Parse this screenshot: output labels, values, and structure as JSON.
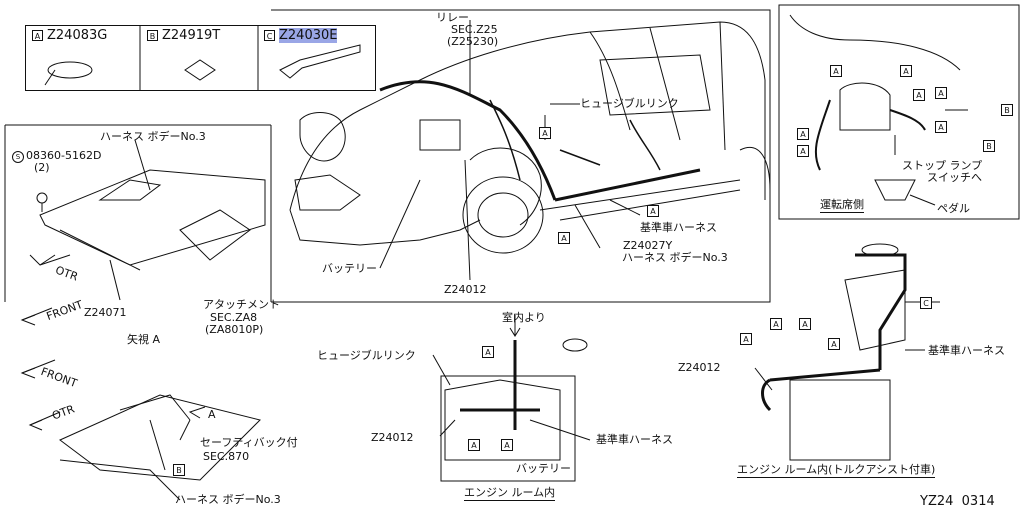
{
  "parts": [
    {
      "tag": "A",
      "code": "Z24083G"
    },
    {
      "tag": "B",
      "code": "Z24919T"
    },
    {
      "tag": "C",
      "code": "Z24030E"
    }
  ],
  "labels": {
    "relay": "リレー",
    "sec_z25": "SEC.Z25",
    "sec_z25_sub": "(Z25230)",
    "fusible_link_top": "ヒュージブルリンク",
    "harness_body_no3_top": "ハーネス ボデーNo.3",
    "bolt_code": "08360-5162D",
    "bolt_qty": "(2)",
    "otr": "OTR",
    "front": "FRONT",
    "z24071": "Z24071",
    "attachment": "アタッチメント",
    "sec_za8": "SEC.ZA8",
    "sec_za8_sub": "(ZA8010P)",
    "view_a": "矢視 A",
    "battery": "バッテリー",
    "z24012_main": "Z24012",
    "main_harness": "基準車ハーネス",
    "z24027y": "Z24027Y",
    "harness_body_no3_mid": "ハーネス ボデーNo.3",
    "stop_lamp": "ストップ ランプ",
    "switch_to": "スイッチへ",
    "driver_side": "運転席側",
    "pedal": "ペダル",
    "from_interior": "室内より",
    "fusible_link_mid": "ヒュージブルリンク",
    "z24012_center": "Z24012",
    "main_harness_center": "基準車ハーネス",
    "battery_center": "バッテリー",
    "engine_room": "エンジン ルーム内",
    "z24012_right": "Z24012",
    "main_harness_right": "基準車ハーネス",
    "engine_room_torque": "エンジン ルーム内(トルクアシスト付車)",
    "front2": "FRONT",
    "otr2": "OTR",
    "view_arrow_a": "A",
    "safety_bag": "セーフティバック付",
    "sec_870": "SEC.870",
    "harness_body_no3_bottom": "ハーネス ボデーNo.3",
    "footer": "YZ24  0314"
  },
  "tags": {
    "a": "A",
    "b": "B",
    "c": "C"
  }
}
